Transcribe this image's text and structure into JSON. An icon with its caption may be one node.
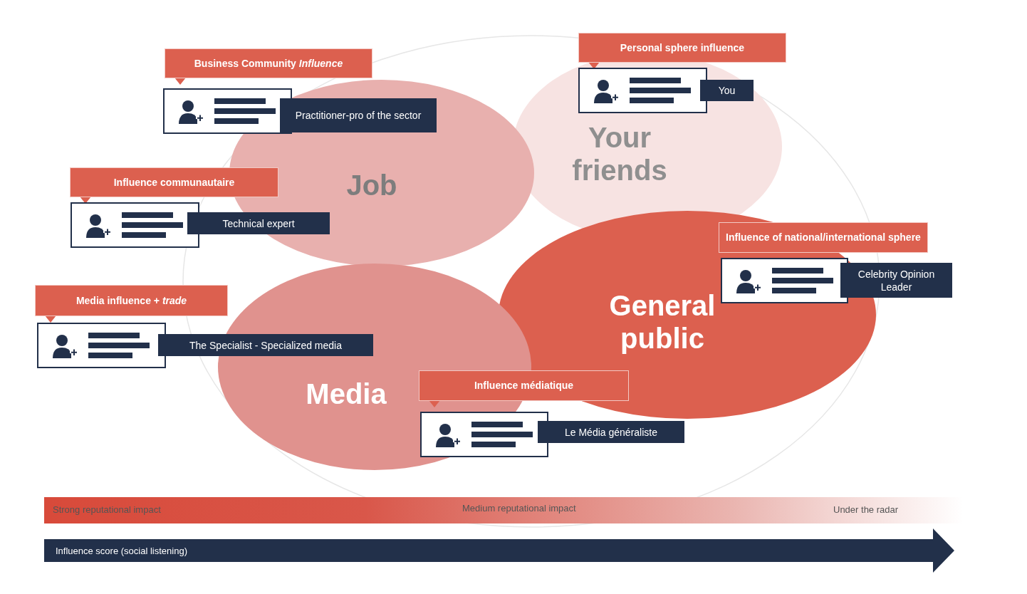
{
  "diagram": {
    "nodes": [
      {
        "text": [
          "Business Community *Influence*",
          "Practitioner-pro of the sector"
        ]
      },
      {
        "text": [
          "Personal sphere influence",
          "You"
        ]
      },
      {
        "text": [
          "Your friends"
        ]
      },
      {
        "text": [
          "Job"
        ]
      },
      {
        "text": [
          "Influence communautaire",
          "Technical expert"
        ]
      },
      {
        "text": [
          "Influence of national/international sphere",
          "Celebrity Opinion Leader"
        ]
      },
      {
        "text": [
          "General public"
        ]
      },
      {
        "text": [
          "Media influence + *trade*",
          "The Specialist - Specialized media"
        ]
      },
      {
        "text": [
          "Media"
        ]
      },
      {
        "text": [
          "Influence médiatique",
          "Le Média généraliste"
        ]
      }
    ],
    "edges": [],
    "labels": [
      "Strong reputational impact",
      "Medium reputational impact",
      "Under the radar",
      "Influence score (social listening)"
    ]
  }
}
